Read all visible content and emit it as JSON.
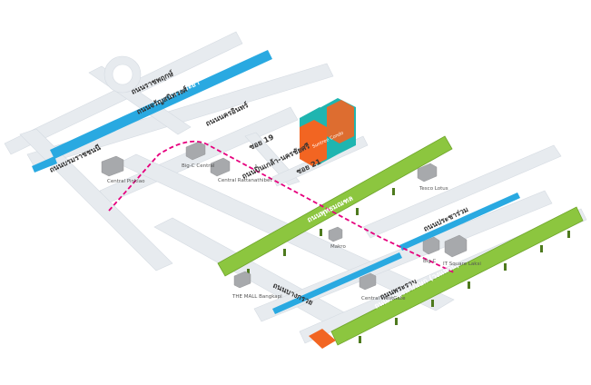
{
  "map": {
    "roads": {
      "ratchaphruek": "ถนนราชพฤกษ์",
      "charansanitwong": "ถนนจรัญสนิทวงศ์",
      "boromratchachonnani": "ถนนบรมราชชนนี",
      "nakhon_in": "ถนนนครอินทร์",
      "pinklao_nakhonchaisri": "ถนนปิ่นเกล้า-นครชัยศรี",
      "pracha_ruam": "ถนนประชาร่วม",
      "rama": "ถนนพระราม",
      "bang_kruai": "ถนนบางกรวย",
      "phutthamonthon": "ถนนพุทธมณฑล",
      "kanchanaphisek": "ถนนกาญจนาภิเษก (วงแหวน)",
      "soi_19": "ซอย 19",
      "soi_21": "ซอย 21"
    },
    "river": "แม่น้ำเจ้าพระยา",
    "places": {
      "central_pinklao": "Central Pinklao",
      "big_c_central": "Big-C Central",
      "central_rattanathibet": "Central Rattanathibet",
      "makro": "Makro",
      "big_c": "Big C",
      "it_square": "IT Square Laksi",
      "the_mall": "THE MALL Bangkapi",
      "central_westgate": "Central WestGate",
      "tescolotus": "Tesco Lotus"
    },
    "landmark": "Suntree Condo",
    "colors": {
      "road": "#e7ebef",
      "river": "#29a9e1",
      "expressway": "#8cc63f",
      "route": "#e6007e",
      "building_teal": "#1fb5b0",
      "building_orange": "#f26522"
    }
  }
}
